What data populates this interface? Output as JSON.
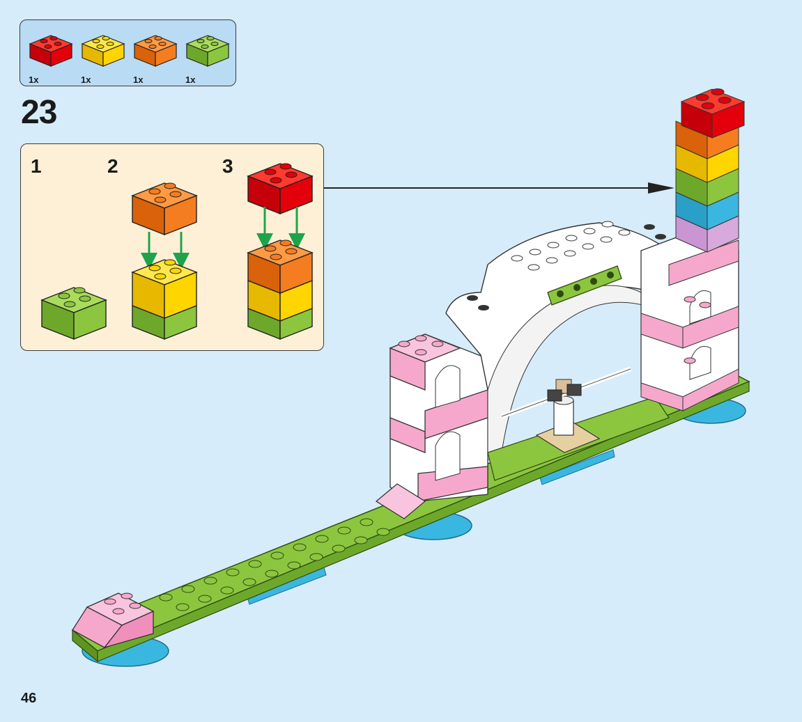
{
  "parts": [
    {
      "color_name": "red",
      "color": "#e3000b",
      "qty": "1x"
    },
    {
      "color_name": "yellow",
      "color": "#ffd500",
      "qty": "1x"
    },
    {
      "color_name": "orange",
      "color": "#f57d20",
      "qty": "1x"
    },
    {
      "color_name": "lime",
      "color": "#8cc63f",
      "qty": "1x"
    }
  ],
  "step": {
    "number": "23"
  },
  "substeps": [
    {
      "label": "1"
    },
    {
      "label": "2"
    },
    {
      "label": "3"
    }
  ],
  "page": {
    "number": "46"
  },
  "colors": {
    "background": "#d6ecfb",
    "parts_box": "#b9dbf4",
    "substep_box": "#fdf0d6",
    "arrow_green": "#1fa34a",
    "pink": "#f6a8cc",
    "white_brick": "#ffffff",
    "azure": "#3ab7e0",
    "lavender": "#d7a9dc"
  }
}
